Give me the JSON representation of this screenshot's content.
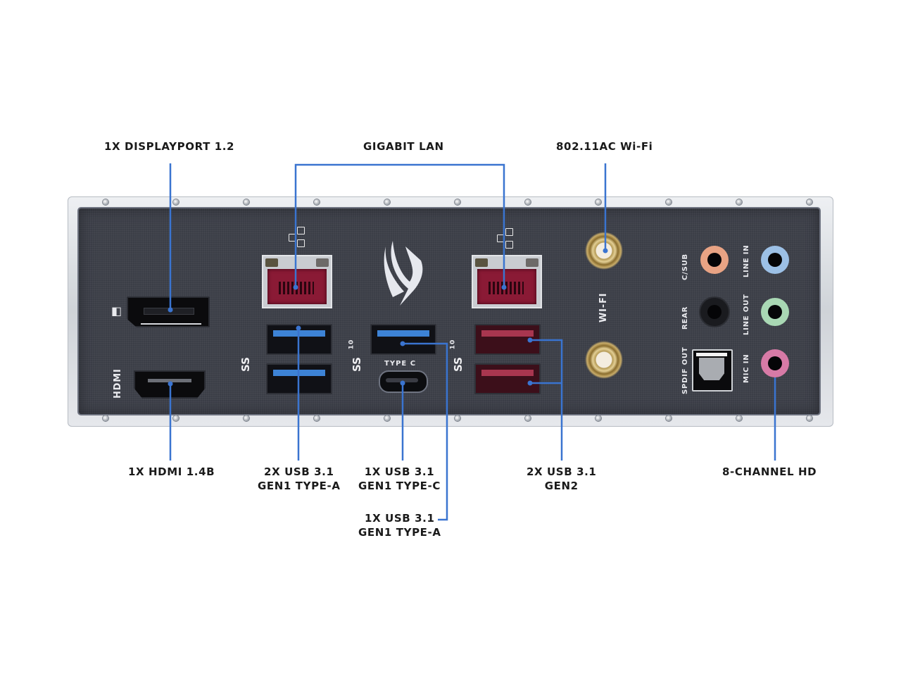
{
  "callouts": {
    "displayport": "1X DISPLAYPORT 1.2",
    "gigabit_lan": "GIGABIT LAN",
    "wifi": "802.11AC Wi-Fi",
    "hdmi": "1X HDMI 1.4B",
    "usb_gen1_typea_x2": [
      "2X USB 3.1",
      "GEN1 TYPE-A"
    ],
    "usb_gen1_typec": [
      "1X USB 3.1",
      "GEN1 TYPE-C"
    ],
    "usb_gen1_typea_x1": [
      "1X USB 3.1",
      "GEN1 TYPE-A"
    ],
    "usb_gen2": [
      "2X USB 3.1",
      "GEN2"
    ],
    "audio": "8-CHANNEL HD"
  },
  "panel_labels": {
    "hdmi": "HDMI",
    "type_c": "TYPE C",
    "wifi": "WI-FI",
    "ss": "SS",
    "ss10_sup": "10",
    "audio": {
      "c_sub": "C/SUB",
      "rear": "REAR",
      "spdif_out": "SPDIF OUT",
      "line_in": "LINE IN",
      "line_out": "LINE OUT",
      "mic_in": "MIC IN"
    }
  },
  "colors": {
    "callout_line": "#3a74d0",
    "panel": "#3b3e47",
    "usb_gen1": "#3d83d6",
    "usb_gen2": "#a8364f",
    "lan": "#8a1a35",
    "jack_c_sub": "#e8a384",
    "jack_rear": "#1a1b1f",
    "jack_line_in": "#9cc0e6",
    "jack_line_out": "#a9d8b4",
    "jack_mic_in": "#d77aa6"
  }
}
